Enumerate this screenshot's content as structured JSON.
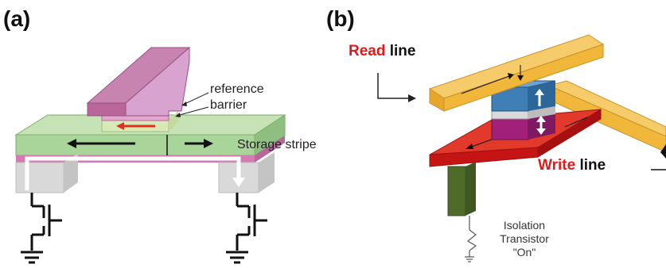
{
  "panel_a": {
    "label": "(a)",
    "layer_labels": {
      "reference": "reference",
      "barrier": "barrier",
      "storage": "Storage stripe"
    }
  },
  "panel_b": {
    "label": "(b)",
    "read_line": {
      "word1": "Read",
      "word2": " line"
    },
    "write_line": {
      "word1": "Write",
      "word2": " line"
    },
    "isolation": {
      "line1": "Isolation",
      "line2": "Transistor",
      "line3": "\"On\""
    }
  },
  "colors": {
    "storage_green": "#a9d49a",
    "reference_magenta": "#b9679a",
    "pink_layer": "#d47bb2",
    "read_line_yellow": "#f0b73a",
    "write_line_red": "#e01b1b",
    "free_layer_blue": "#3f7fb5",
    "pillar_green": "#4f6b2a"
  },
  "icons": [
    "ground-symbol",
    "transistor-symbol",
    "arrow-icon"
  ]
}
